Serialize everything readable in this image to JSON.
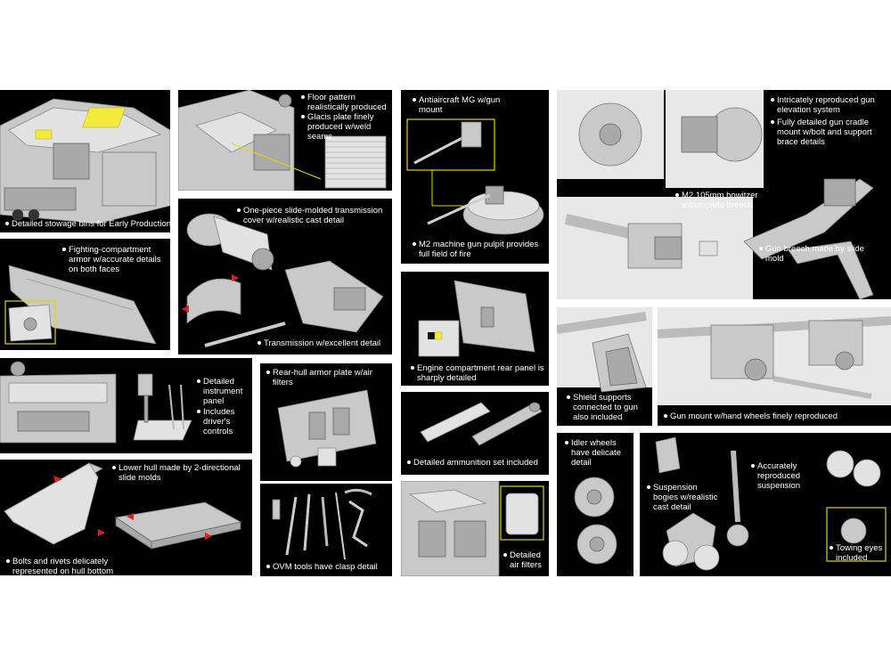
{
  "captions": {
    "stowage": "Detailed stowage bins for Early Production",
    "floor": "Floor pattern realistically produced",
    "glacis": "Glacis plate finely produced w/weld seams",
    "aa_mg": "Antiaircraft MG w/gun mount",
    "gun_elev": "Intricately reproduced gun elevation system",
    "gun_cradle": "Fully detailed gun cradle mount w/bolt and support brace details",
    "m2_howitzer": "M2 105mm howitzer w/complete breech",
    "fighting_armor": "Fighting-compartment armor w/accurate details on both faces",
    "transmission_cover": "One-piece slide-molded transmission cover w/realistic cast detail",
    "mg_pulpit": "M2 machine gun pulpit provides full field of fire",
    "gun_breech": "Gun breech made by slide mold",
    "transmission": "Transmission w/excellent detail",
    "engine_rear": "Engine compartment rear panel is sharply detailed",
    "instrument": "Detailed instrument panel",
    "driver_controls": "Includes driver's controls",
    "rear_hull": "Rear-hull armor plate w/air filters",
    "shield": "Shield supports connected to gun also included",
    "gun_mount": "Gun mount w/hand wheels finely reproduced",
    "ammo": "Detailed ammunition set included",
    "lower_hull": "Lower hull made by 2-directional slide molds",
    "bolts": "Bolts and rivets delicately represented on hull bottom",
    "idler": "Idler wheels have delicate detail",
    "suspension_bogies": "Suspension bogies w/realistic cast detail",
    "accurate_susp": "Accurately reproduced suspension",
    "ovm": "OVM tools have clasp detail",
    "air_filters": "Detailed air filters",
    "towing": "Towing eyes included"
  },
  "colors": {
    "panel_bg": "#000000",
    "caption": "#ffffff",
    "highlight": "#f2ea3c",
    "arrow": "#e02020",
    "plastic": "#c9c9c9"
  }
}
